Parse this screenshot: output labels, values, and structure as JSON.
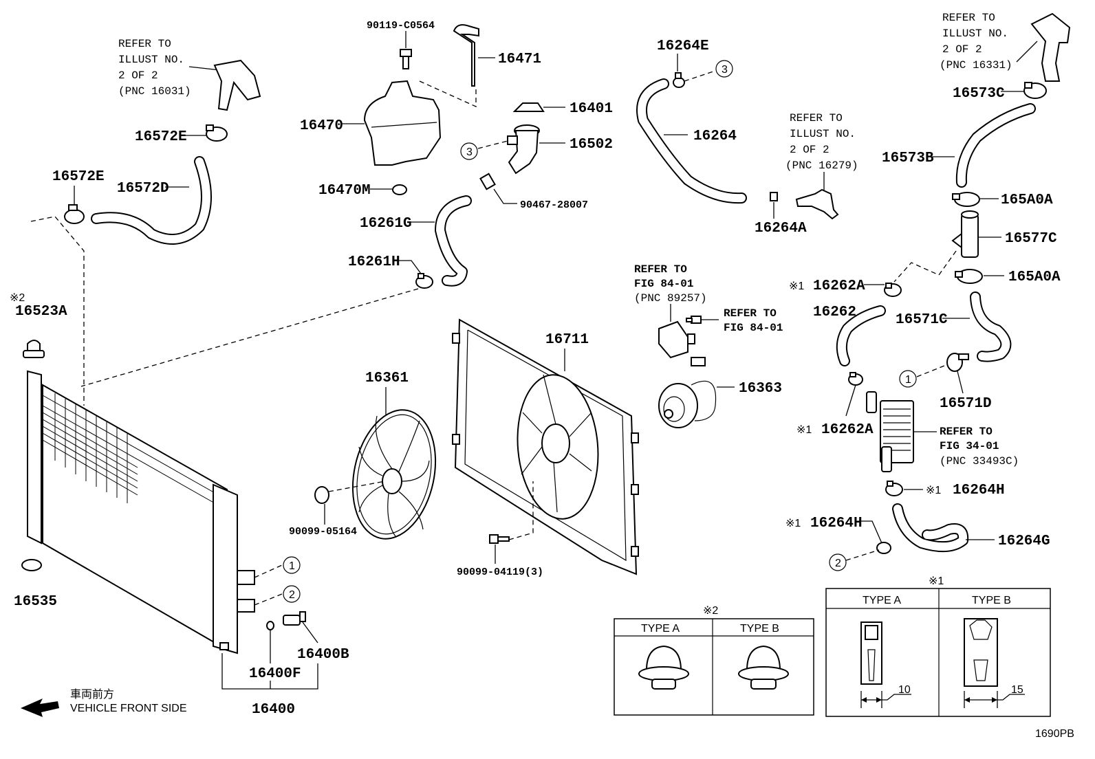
{
  "diagram_code": "1690PB",
  "parts": {
    "p90119": "90119-C0564",
    "p16471": "16471",
    "p16470": "16470",
    "p16401": "16401",
    "p16502": "16502",
    "p16470M": "16470M",
    "p90467": "90467-28007",
    "p16261G": "16261G",
    "p16261H": "16261H",
    "p16572E_a": "16572E",
    "p16572E_b": "16572E",
    "p16572D": "16572D",
    "p16523A": "16523A",
    "p16535": "16535",
    "p16361": "16361",
    "p16711": "16711",
    "p90099_05164": "90099-05164",
    "p90099_04119": "90099-04119(3)",
    "p16400F": "16400F",
    "p16400B": "16400B",
    "p16400": "16400",
    "p16264E": "16264E",
    "p16264": "16264",
    "p16264A": "16264A",
    "p16363": "16363",
    "p16573C": "16573C",
    "p16573B": "16573B",
    "p165A0A_a": "165A0A",
    "p16577C": "16577C",
    "p165A0A_b": "165A0A",
    "p16262A_a": "16262A",
    "p16262": "16262",
    "p16571C": "16571C",
    "p16571D": "16571D",
    "p16262A_b": "16262A",
    "p16264H_a": "16264H",
    "p16264H_b": "16264H",
    "p16264G": "16264G"
  },
  "refs": {
    "r16031": [
      "REFER TO",
      "ILLUST NO.",
      "2 OF 2",
      "(PNC 16031)"
    ],
    "r16279": [
      "REFER TO",
      "ILLUST NO.",
      "2 OF 2",
      "(PNC 16279)"
    ],
    "r16331": [
      "REFER TO",
      "ILLUST NO.",
      "2 OF 2",
      "(PNC 16331)"
    ],
    "r89257": [
      "REFER TO",
      "FIG 84-01",
      "(PNC 89257)"
    ],
    "r8401": [
      "REFER TO",
      "FIG 84-01"
    ],
    "r33493": [
      "REFER TO",
      "FIG 34-01",
      "(PNC 33493C)"
    ]
  },
  "marks": {
    "note1": "※1",
    "note2": "※2",
    "c1": "1",
    "c2": "2",
    "c3": "3"
  },
  "front": {
    "jp": "車両前方",
    "en": "VEHICLE FRONT SIDE"
  },
  "table2": {
    "mark": "※2",
    "type_a": "TYPE A",
    "type_b": "TYPE B"
  },
  "table1": {
    "mark": "※1",
    "type_a": "TYPE A",
    "type_b": "TYPE B",
    "dim_a": "10",
    "dim_b": "15"
  }
}
